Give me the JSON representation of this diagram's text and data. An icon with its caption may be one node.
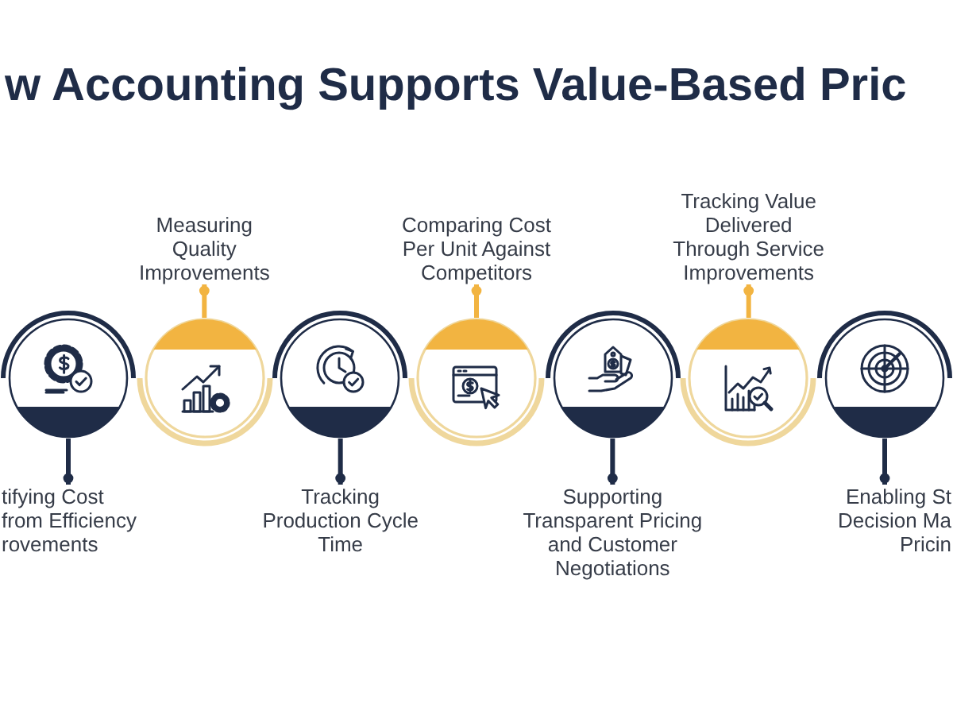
{
  "diagram": {
    "title": "w Accounting Supports Value-Based Pric",
    "nodes": [
      {
        "text": [],
        "shape": "circle"
      },
      {
        "text": [
          "tifying Cost from Efficiency rovements"
        ]
      },
      {
        "text": [],
        "shape": "circle"
      },
      {
        "text": [
          "Measuring Quality Improvements"
        ]
      },
      {
        "text": [],
        "shape": "circle"
      },
      {
        "text": [
          "Tracking Production Cycle Time"
        ]
      },
      {
        "text": [],
        "shape": "circle"
      },
      {
        "text": [
          "Comparing Cost Per Unit Against Competitors"
        ]
      },
      {
        "text": [],
        "shape": "circle"
      },
      {
        "text": [
          "Supporting Transparent Pricing and Customer Negotiations"
        ]
      },
      {
        "text": [],
        "shape": "circle"
      },
      {
        "text": [
          "Tracking Value Delivered Through Service Improvements"
        ]
      },
      {
        "text": [],
        "shape": "circle"
      },
      {
        "text": [
          "Enabling St Decision Ma Pricin"
        ]
      }
    ],
    "edges": [
      {
        "from": 1,
        "to": 0,
        "arrow": "other"
      },
      {
        "from": 3,
        "to": 2,
        "arrow": "other",
        "color": "#f2b441"
      },
      {
        "from": 5,
        "to": 4,
        "arrow": "other"
      },
      {
        "from": 7,
        "to": 6,
        "arrow": "other",
        "color": "#f2b441"
      },
      {
        "from": 9,
        "to": 8,
        "arrow": "other"
      },
      {
        "from": 11,
        "to": 10,
        "arrow": "other",
        "color": "#f2b441"
      },
      {
        "from": 13,
        "to": 12,
        "arrow": "other"
      }
    ]
  }
}
